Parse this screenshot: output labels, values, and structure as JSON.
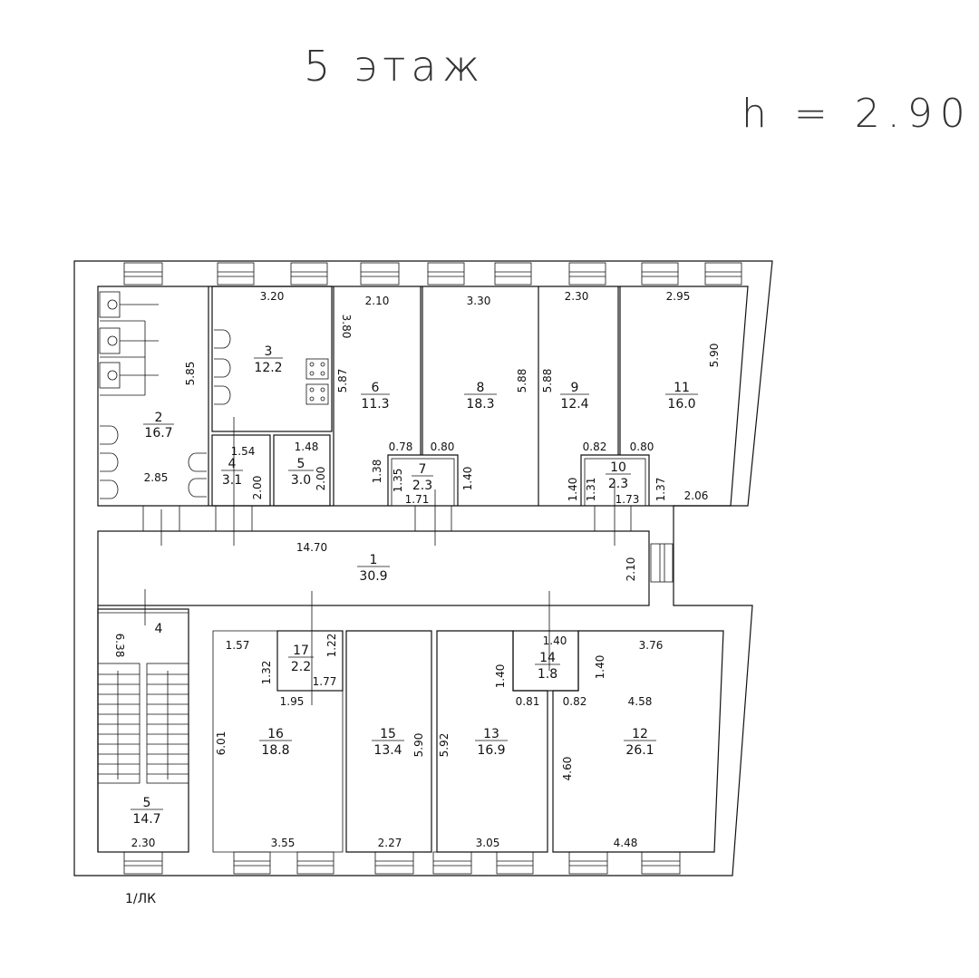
{
  "header": {
    "floor_title": "5    этаж",
    "height_label": "h  =  2.90"
  },
  "footer": {
    "note": "1/ЛК"
  },
  "rooms": [
    {
      "id": "2",
      "num": "2",
      "area": "16.7"
    },
    {
      "id": "3",
      "num": "3",
      "area": "12.2"
    },
    {
      "id": "4",
      "num": "4",
      "area": "3.1"
    },
    {
      "id": "5a",
      "num": "5",
      "area": "3.0"
    },
    {
      "id": "6",
      "num": "6",
      "area": "11.3"
    },
    {
      "id": "7",
      "num": "7",
      "area": "2.3"
    },
    {
      "id": "8",
      "num": "8",
      "area": "18.3"
    },
    {
      "id": "9",
      "num": "9",
      "area": "12.4"
    },
    {
      "id": "10",
      "num": "10",
      "area": "2.3"
    },
    {
      "id": "11",
      "num": "11",
      "area": "16.0"
    },
    {
      "id": "1",
      "num": "1",
      "area": "30.9"
    },
    {
      "id": "stair4",
      "num": "4",
      "area": ""
    },
    {
      "id": "5b",
      "num": "5",
      "area": "14.7"
    },
    {
      "id": "16",
      "num": "16",
      "area": "18.8"
    },
    {
      "id": "17",
      "num": "17",
      "area": "2.2"
    },
    {
      "id": "15",
      "num": "15",
      "area": "13.4"
    },
    {
      "id": "13",
      "num": "13",
      "area": "16.9"
    },
    {
      "id": "14",
      "num": "14",
      "area": "1.8"
    },
    {
      "id": "12",
      "num": "12",
      "area": "26.1"
    }
  ],
  "dimensions": [
    "3.20",
    "3.80",
    "2.10",
    "3.30",
    "2.30",
    "2.95",
    "5.90",
    "5.85",
    "5.87",
    "5.88",
    "5.88",
    "0.78",
    "0.80",
    "0.82",
    "0.80",
    "1.54",
    "1.48",
    "2.00",
    "2.00",
    "1.38",
    "1.35",
    "1.40",
    "1.71",
    "1.40",
    "1.31",
    "1.37",
    "1.73",
    "2.06",
    "2.85",
    "14.70",
    "2.10",
    "6.38",
    "1.57",
    "1.22",
    "1.32",
    "1.77",
    "1.95",
    "1.40",
    "1.40",
    "1.40",
    "3.76",
    "0.81",
    "0.82",
    "4.58",
    "6.01",
    "5.90",
    "5.92",
    "4.60",
    "3.55",
    "2.27",
    "3.05",
    "4.48",
    "2.30"
  ]
}
